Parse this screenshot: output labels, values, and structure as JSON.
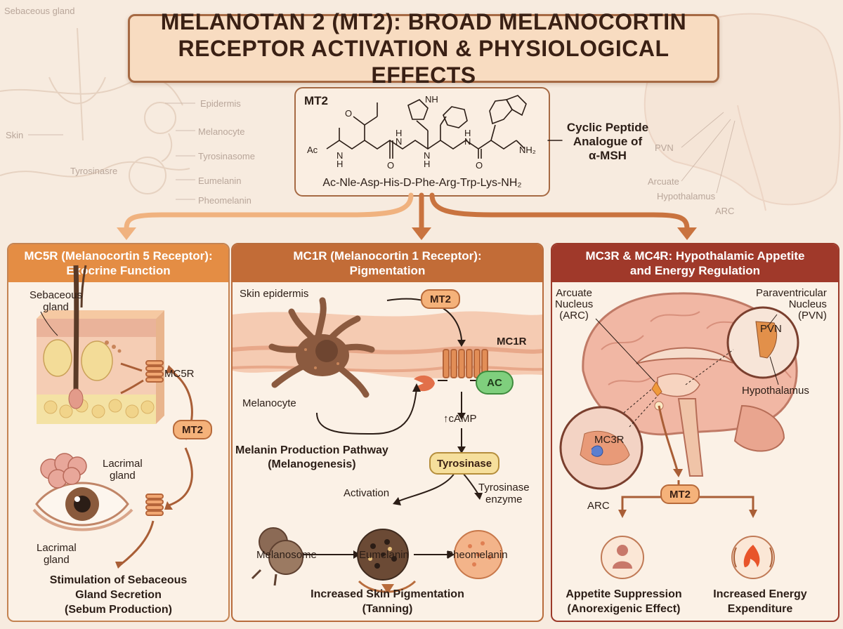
{
  "title": {
    "line1": "MELANOTAN 2 (MT2): BROAD MELANOCORTIN",
    "line2": "RECEPTOR ACTIVATION & PHYSIOLOGICAL EFFECTS"
  },
  "background_left": {
    "sebaceous_gland": "Sebaceous gland",
    "epidermis": "Epidermis",
    "skin": "Skin",
    "melanocyte": "Melanocyte",
    "tyrosinasome": "Tyrosinasome",
    "tyrosinase": "Tyrosinasre",
    "eumelanin": "Eumelanin",
    "pheomelanin": "Pheomelanin"
  },
  "background_right": {
    "pvn": "PVN",
    "arcuate": "Arcuate",
    "hypothalamus": "Hypothalamus",
    "arc": "ARC"
  },
  "mt2_structure": {
    "label": "MT2",
    "sequence": "Ac-Nle-Asp-His-D-Phe-Arg-Trp-Lys-NH₂",
    "atoms": {
      "ac": "Ac",
      "n": "N",
      "h": "H",
      "o": "O",
      "nh": "NH",
      "nh2": "NH₂"
    }
  },
  "side_note": {
    "line1": "Cyclic Peptide",
    "line2": "Analogue of",
    "line3": "α-MSH"
  },
  "panel_left": {
    "header_line1": "MC5R (Melanocortin 5 Receptor):",
    "header_line2": "Exocrine Function",
    "sebaceous_gland_line1": "Sebaceous",
    "sebaceous_gland_line2": "gland",
    "mc5r": "MC5R",
    "mt2": "MT2",
    "lacrimal_top_line1": "Lacrimal",
    "lacrimal_top_line2": "gland",
    "lacrimal_bottom_line1": "Lacrimal",
    "lacrimal_bottom_line2": "gland",
    "caption_line1": "Stimulation of Sebaceous",
    "caption_line2": "Gland Secretion",
    "caption_line3": "(Sebum Production)"
  },
  "panel_mid": {
    "header_line1": "MC1R (Melanocortin 1 Receptor):",
    "header_line2": "Pigmentation",
    "skin_epidermis": "Skin epidermis",
    "mt2": "MT2",
    "mc1r": "MC1R",
    "ac": "AC",
    "camp": "↑cAMP",
    "melanocyte": "Melanocyte",
    "pathway_line1": "Melanin Production Pathway",
    "pathway_line2": "(Melanogenesis)",
    "tyrosinase": "Tyrosinase",
    "activation": "Activation",
    "enzyme_line1": "Tyrosinase",
    "enzyme_line2": "enzyme",
    "melanosome": "Melanosome",
    "eumelanin": "Eumelanin",
    "pheomelanin": "Pheomelanin",
    "caption_line1": "Increased Skin Pigmentation",
    "caption_line2": "(Tanning)"
  },
  "panel_right": {
    "header_line1": "MC3R & MC4R: Hypothalamic Appetite",
    "header_line2": "and Energy Regulation",
    "arcuate_line1": "Arcuate",
    "arcuate_line2": "Nucleus",
    "arcuate_line3": "(ARC)",
    "pvn_line1": "Paraventricular",
    "pvn_line2": "Nucleus",
    "pvn_line3": "(PVN)",
    "pvn": "PVN",
    "hypothalamus": "Hypothalamus",
    "mc3r": "MC3R",
    "arc": "ARC",
    "mt2": "MT2",
    "appetite_line1": "Appetite Suppression",
    "appetite_line2": "(Anorexigenic Effect)",
    "energy_line1": "Increased Energy",
    "energy_line2": "Expenditure"
  },
  "colors": {
    "left_header": "#e48d44",
    "mid_header": "#c26c37",
    "right_header": "#a0392a",
    "arrow": "#c9733f"
  }
}
